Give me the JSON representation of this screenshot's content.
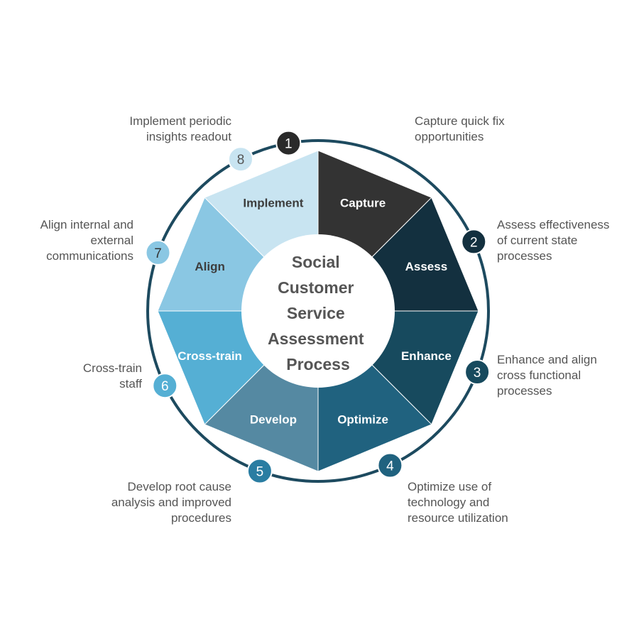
{
  "center_title": [
    "Social",
    "Customer",
    "Service",
    "Assessment",
    "Process"
  ],
  "colors": {
    "ring": "#1d4a5f",
    "center_text": "#555555",
    "description_text": "#555555"
  },
  "steps": [
    {
      "number": "1",
      "label": "Capture",
      "description": "Capture quick fix\nopportunities",
      "fill": "#333333",
      "label_color": "#ffffff",
      "badge_fill": "#2a2a2a",
      "badge_text": "#ffffff"
    },
    {
      "number": "2",
      "label": "Assess",
      "description": "Assess  effectiveness\nof current state\nprocesses",
      "fill": "#13303f",
      "label_color": "#ffffff",
      "badge_fill": "#13303f",
      "badge_text": "#ffffff"
    },
    {
      "number": "3",
      "label": "Enhance",
      "description": "Enhance and align\ncross functional\nprocesses",
      "fill": "#174a5e",
      "label_color": "#ffffff",
      "badge_fill": "#174a5e",
      "badge_text": "#ffffff"
    },
    {
      "number": "4",
      "label": "Optimize",
      "description": "Optimize use of\ntechnology and\nresource utilization",
      "fill": "#20627f",
      "label_color": "#ffffff",
      "badge_fill": "#20627f",
      "badge_text": "#ffffff"
    },
    {
      "number": "5",
      "label": "Develop",
      "description": "Develop root cause\nanalysis and improved\nprocedures",
      "fill": "#5589a2",
      "label_color": "#ffffff",
      "badge_fill": "#2a7da2",
      "badge_text": "#ffffff"
    },
    {
      "number": "6",
      "label": "Cross-train",
      "description": "Cross-train\nstaff",
      "fill": "#55afd4",
      "label_color": "#ffffff",
      "badge_fill": "#55afd4",
      "badge_text": "#ffffff"
    },
    {
      "number": "7",
      "label": "Align",
      "description": "Align internal and\nexternal\ncommunications",
      "fill": "#8ac7e3",
      "label_color": "#3d3d3d",
      "badge_fill": "#8ac7e3",
      "badge_text": "#333333"
    },
    {
      "number": "8",
      "label": "Implement",
      "description": "Implement periodic\ninsights readout",
      "fill": "#c8e4f1",
      "label_color": "#3d3d3d",
      "badge_fill": "#c8e4f1",
      "badge_text": "#555555"
    }
  ]
}
